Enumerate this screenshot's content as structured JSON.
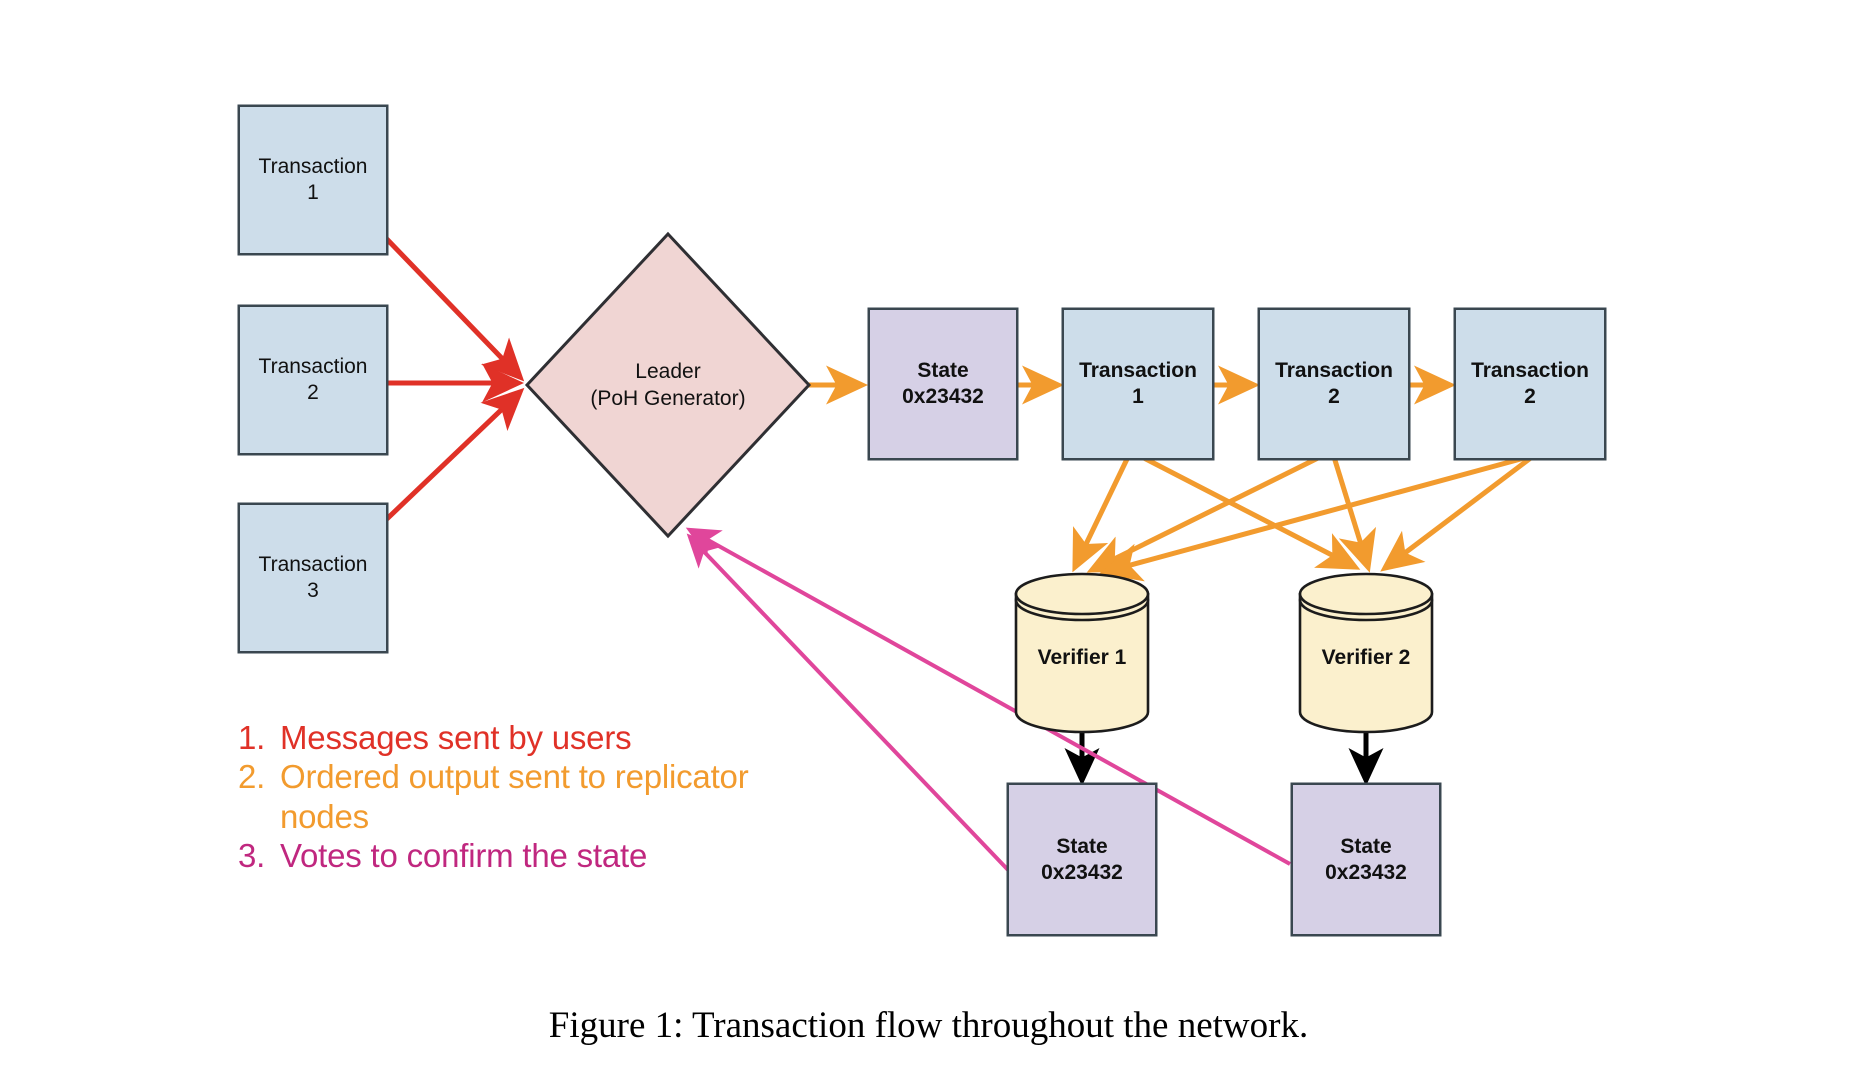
{
  "figure": {
    "caption": "Figure 1: Transaction flow throughout the network."
  },
  "colors": {
    "message_red": "#e03127",
    "ordered_orange": "#f29b2e",
    "vote_pink": "#e0469b",
    "transaction_fill": "#cdddea",
    "state_fill": "#d6d0e6",
    "leader_fill": "#f0d5d3",
    "verifier_fill": "#fbf0cd",
    "stroke_dark": "#3a4750",
    "black": "#000000"
  },
  "inputs": {
    "transactions": [
      {
        "title": "Transaction",
        "number": "1"
      },
      {
        "title": "Transaction",
        "number": "2"
      },
      {
        "title": "Transaction",
        "number": "3"
      }
    ]
  },
  "leader": {
    "line1": "Leader",
    "line2": "(PoH Generator)"
  },
  "ledger": {
    "state": {
      "title": "State",
      "hash": "0x23432"
    },
    "entries": [
      {
        "title": "Transaction",
        "number": "1"
      },
      {
        "title": "Transaction",
        "number": "2"
      },
      {
        "title": "Transaction",
        "number": "2"
      }
    ]
  },
  "verifiers": [
    {
      "label": "Verifier 1"
    },
    {
      "label": "Verifier 2"
    }
  ],
  "verifier_states": [
    {
      "title": "State",
      "hash": "0x23432"
    },
    {
      "title": "State",
      "hash": "0x23432"
    }
  ],
  "legend": {
    "items": [
      {
        "num": "1.",
        "text": "Messages sent by users",
        "color": "#e03127"
      },
      {
        "num": "2.",
        "text": "Ordered output sent to replicator nodes",
        "color": "#f29b2e"
      },
      {
        "num": "3.",
        "text": "Votes to confirm the state",
        "color": "#c0277f"
      }
    ]
  }
}
